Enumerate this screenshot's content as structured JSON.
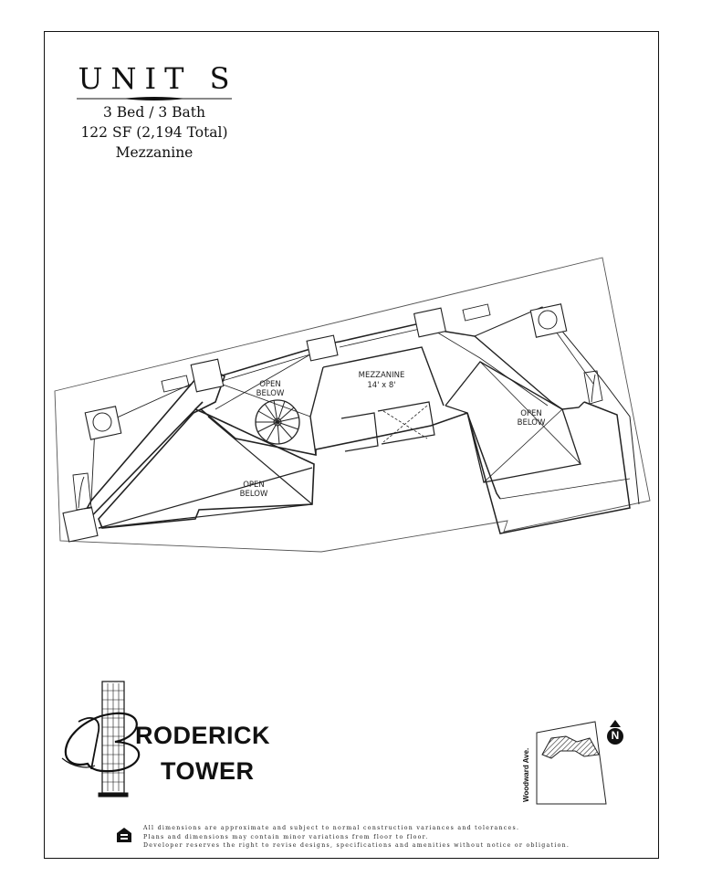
{
  "unit": {
    "title": "UNIT S",
    "beds_baths": "3 Bed / 3 Bath",
    "area": "122 SF (2,194 Total)",
    "level": "Mezzanine"
  },
  "plan_labels": {
    "open_below_1": "OPEN\nBELOW",
    "mezzanine_name": "MEZZANINE",
    "mezzanine_size": "14' x 8'",
    "open_below_2": "OPEN\nBELOW",
    "open_below_3": "OPEN\nBELOW"
  },
  "brand": {
    "word1_initial": "B",
    "word1_rest": "RODERICK",
    "word2": "TOWER"
  },
  "key_map": {
    "street": "Woodward Ave.",
    "north": "N"
  },
  "disclaimer": [
    "All dimensions are approximate and subject to normal construction variances and tolerances.",
    "Plans and dimensions may contain minor variations from floor to floor.",
    "Developer reserves the right to revise designs, specifications and amenities without notice or obligation."
  ]
}
